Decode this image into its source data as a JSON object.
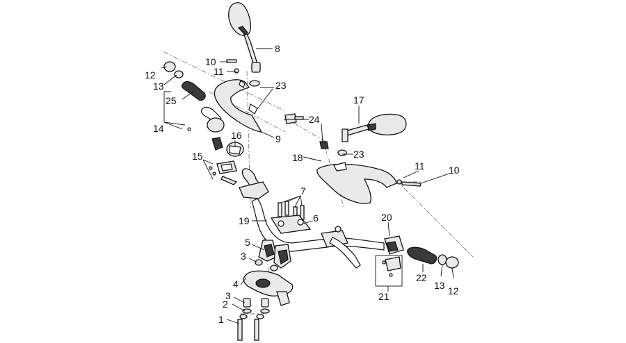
{
  "diagram": {
    "callouts": [
      "1",
      "2",
      "3",
      "4",
      "3",
      "5",
      "6",
      "7",
      "8",
      "9",
      "10",
      "10",
      "11",
      "11",
      "12",
      "12",
      "13",
      "13",
      "14",
      "15",
      "16",
      "17",
      "18",
      "19",
      "20",
      "21",
      "22",
      "23",
      "23",
      "24",
      "25"
    ]
  }
}
